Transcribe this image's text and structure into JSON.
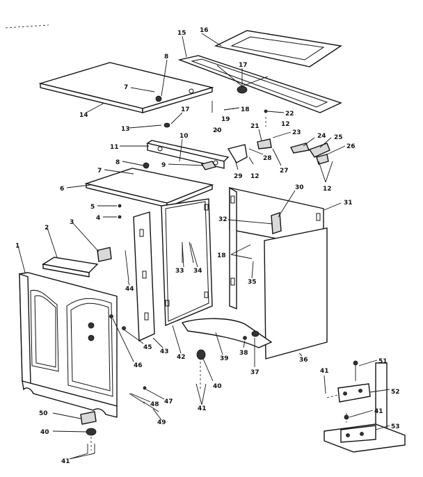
{
  "labels": {
    "p1": "1",
    "p2": "2",
    "p3": "3",
    "p4": "4",
    "p5": "5",
    "p6": "6",
    "p7": "7",
    "p8": "8",
    "p9": "9",
    "p10": "10",
    "p11": "11",
    "p12": "12",
    "p13": "13",
    "p14": "14",
    "p15": "15",
    "p16": "16",
    "p17": "17",
    "p18": "18",
    "p19": "19",
    "p20": "20",
    "p21": "21",
    "p22": "22",
    "p23": "23",
    "p24": "24",
    "p25": "25",
    "p26": "26",
    "p27": "27",
    "p28": "28",
    "p29": "29",
    "p30": "30",
    "p31": "31",
    "p32": "32",
    "p33": "33",
    "p34": "34",
    "p35": "35",
    "p36": "36",
    "p37": "37",
    "p38": "38",
    "p39": "39",
    "p40": "40",
    "p41": "41",
    "p42": "42",
    "p43": "43",
    "p44": "44",
    "p45": "45",
    "p46": "46",
    "p47": "47",
    "p48": "48",
    "p49": "49",
    "p50": "50",
    "p51": "51",
    "p52": "52",
    "p53": "53"
  }
}
